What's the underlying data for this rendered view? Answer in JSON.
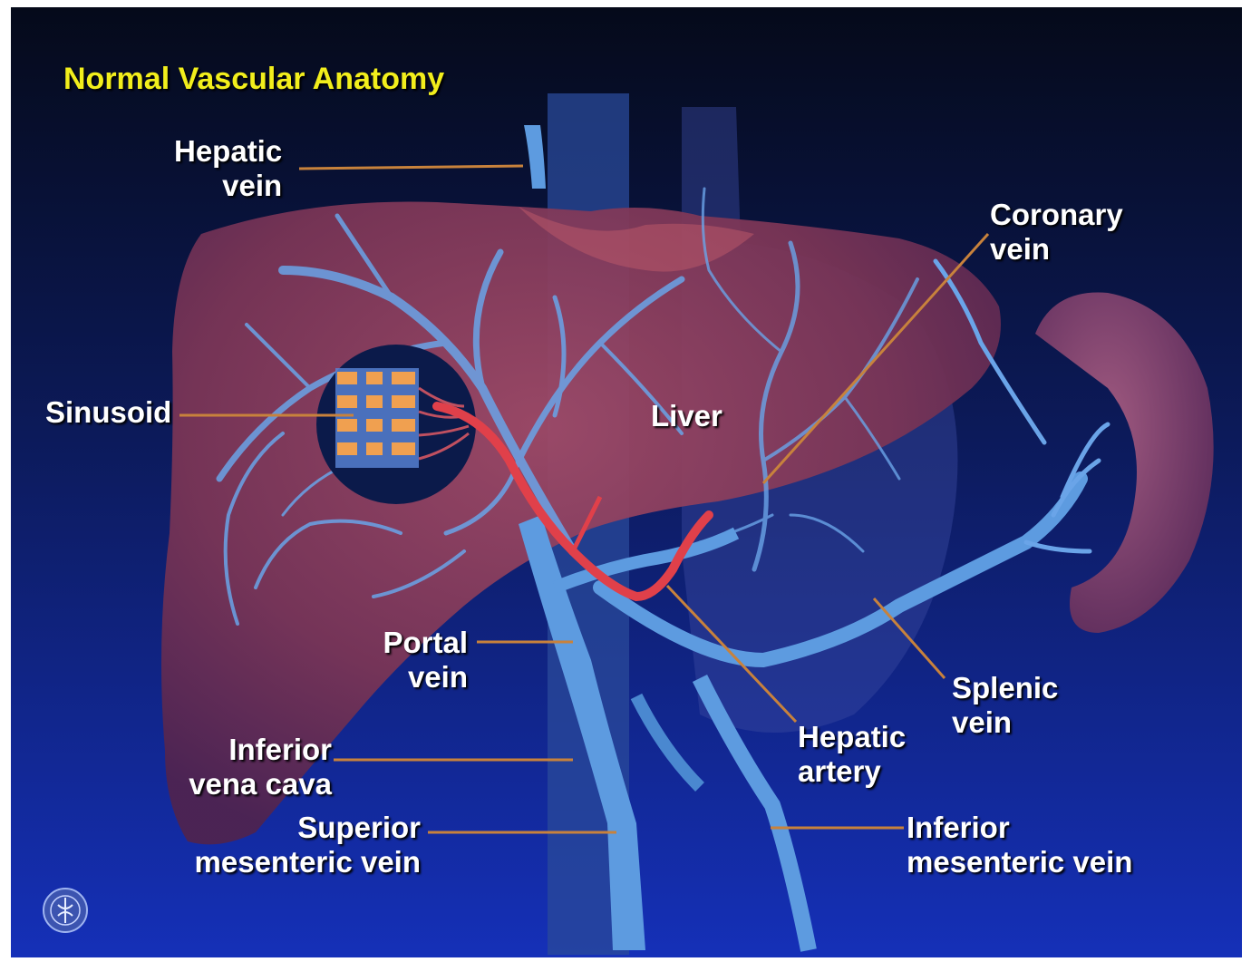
{
  "title": "Normal Vascular Anatomy",
  "labels": {
    "hepatic_vein": [
      "Hepatic",
      "vein"
    ],
    "coronary_vein": [
      "Coronary",
      "vein"
    ],
    "sinusoid": "Sinusoid",
    "liver": "Liver",
    "portal_vein": [
      "Portal",
      "vein"
    ],
    "splenic_vein": [
      "Splenic",
      "vein"
    ],
    "hepatic_artery": [
      "Hepatic",
      "artery"
    ],
    "inferior_vena_cava": [
      "Inferior",
      "vena cava"
    ],
    "superior_mesenteric_vein": [
      "Superior",
      "mesenteric vein"
    ],
    "inferior_mesenteric_vein": [
      "Inferior",
      "mesenteric vein"
    ]
  },
  "colors": {
    "title": "#f2ee1c",
    "leader_line": "#c8823c",
    "label_text": "#ffffff",
    "background_top": "#050a1a",
    "background_bottom": "#1530b8",
    "liver": "#8a3a5c",
    "vein": "#5d9be0",
    "artery": "#e0404a"
  },
  "icons": {
    "logo": "medical-seal-icon"
  }
}
